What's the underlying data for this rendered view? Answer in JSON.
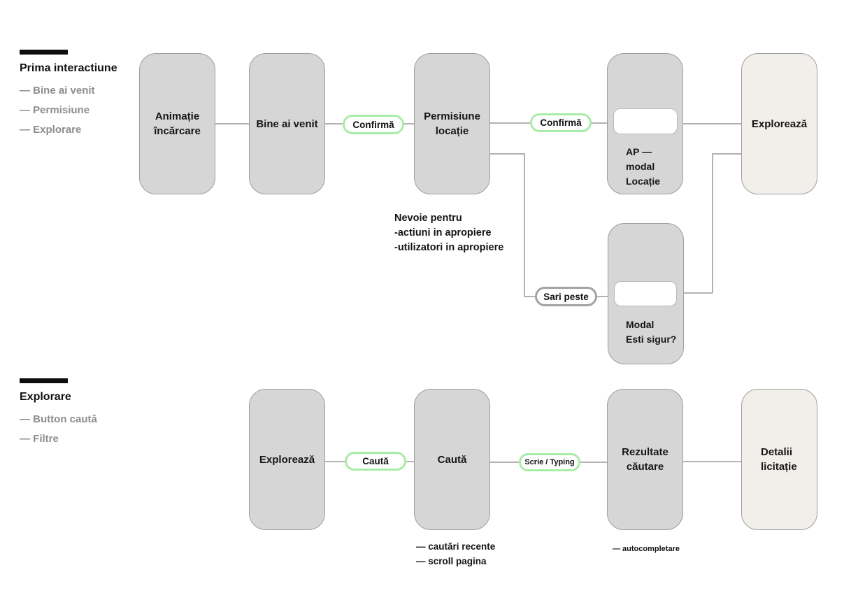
{
  "palette": {
    "node_fill": "#d7d6d6",
    "node_fill_light": "#f2eeea",
    "node_border": "#9e9e9e",
    "connector": "#b3b1b1",
    "pill_border_green": "#a8eca8",
    "pill_border_gray": "#a3a3a3",
    "section_bar": "#0d0d0d",
    "muted_text": "#8d8d8d",
    "text": "#161616"
  },
  "sections": {
    "first": {
      "title": "Prima interactiune",
      "items": [
        "— Bine ai venit",
        "— Permisiune",
        "— Explorare"
      ]
    },
    "explore": {
      "title": "Explorare",
      "items": [
        "— Button caută",
        "— Filtre"
      ]
    }
  },
  "flow1": {
    "nodes": {
      "loading": "Animație\nîncărcare",
      "welcome": "Bine ai venit",
      "permission": "Permisiune\nlocație",
      "ap_modal": "AP — modal\nLocație",
      "explore": "Explorează",
      "sure_modal": "Modal\nEsti sigur?"
    },
    "pills": {
      "confirm1": "Confirmă",
      "confirm2": "Confirmă",
      "skip": "Sari peste"
    },
    "note": "Nevoie pentru\n-actiuni in apropiere\n-utilizatori in apropiere"
  },
  "flow2": {
    "nodes": {
      "explore": "Explorează",
      "search": "Caută",
      "results": "Rezultate\ncăutare",
      "details": "Detalii\nlicitație"
    },
    "pills": {
      "search": "Caută",
      "typing": "Scrie / Typing"
    },
    "notes": {
      "search": "— cautări recente\n— scroll pagina",
      "results": "— autocompletare"
    }
  }
}
